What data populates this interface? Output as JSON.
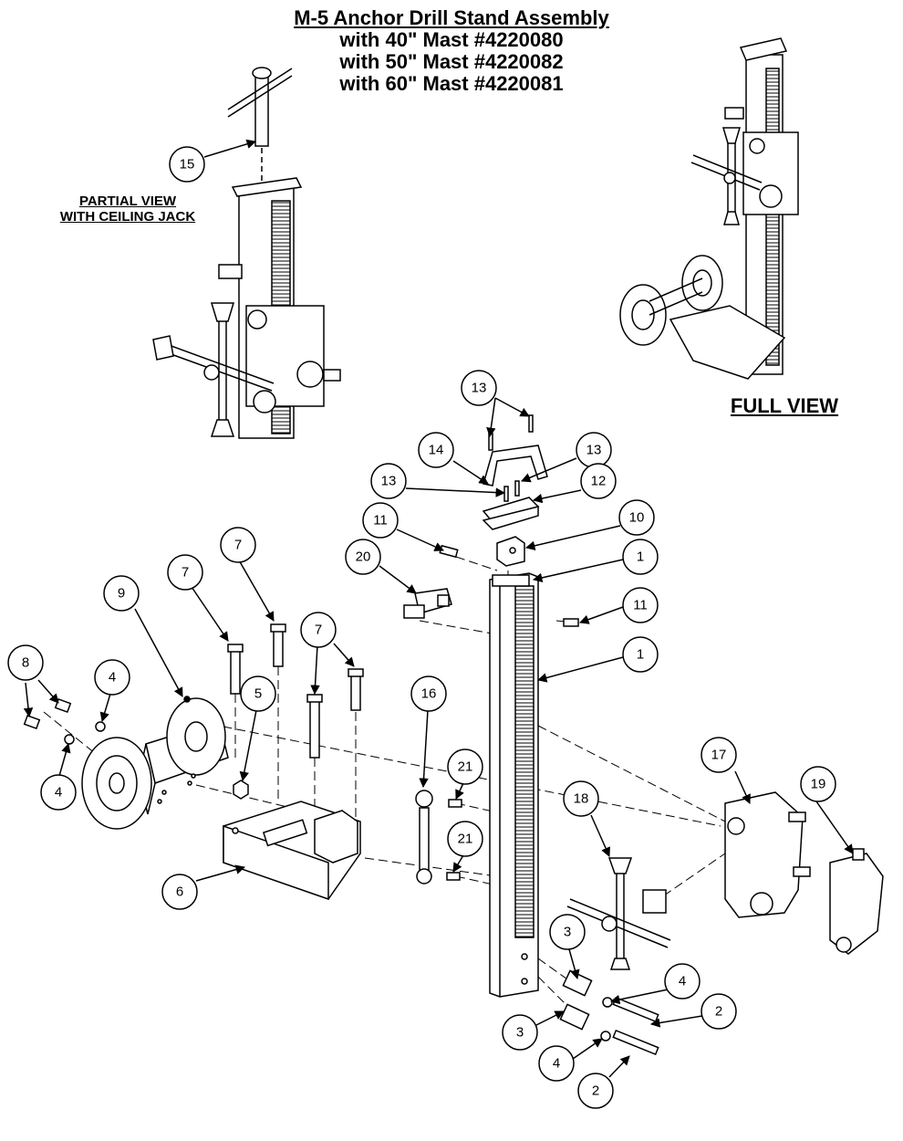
{
  "title": {
    "main": "M-5 Anchor Drill Stand Assembly",
    "line2": "with 40\" Mast #4220080",
    "line3": "with 50\" Mast #4220082",
    "line4": "with 60\" Mast #4220081"
  },
  "captions": {
    "partial_line1": "PARTIAL VIEW",
    "partial_line2": "WITH CEILING JACK",
    "full": "FULL VIEW"
  },
  "callouts": [
    {
      "id": "c15",
      "label": "15"
    },
    {
      "id": "c13a",
      "label": "13"
    },
    {
      "id": "c14",
      "label": "14"
    },
    {
      "id": "c13b",
      "label": "13"
    },
    {
      "id": "c13c",
      "label": "13"
    },
    {
      "id": "c12",
      "label": "12"
    },
    {
      "id": "c11a",
      "label": "11"
    },
    {
      "id": "c10",
      "label": "10"
    },
    {
      "id": "c20",
      "label": "20"
    },
    {
      "id": "c1a",
      "label": "1"
    },
    {
      "id": "c11b",
      "label": "11"
    },
    {
      "id": "c1b",
      "label": "1"
    },
    {
      "id": "c7a",
      "label": "7"
    },
    {
      "id": "c7b",
      "label": "7"
    },
    {
      "id": "c7c",
      "label": "7"
    },
    {
      "id": "c9",
      "label": "9"
    },
    {
      "id": "c8",
      "label": "8"
    },
    {
      "id": "c4a",
      "label": "4"
    },
    {
      "id": "c5",
      "label": "5"
    },
    {
      "id": "c4b",
      "label": "4"
    },
    {
      "id": "c16",
      "label": "16"
    },
    {
      "id": "c21a",
      "label": "21"
    },
    {
      "id": "c21b",
      "label": "21"
    },
    {
      "id": "c6",
      "label": "6"
    },
    {
      "id": "c17",
      "label": "17"
    },
    {
      "id": "c19",
      "label": "19"
    },
    {
      "id": "c18",
      "label": "18"
    },
    {
      "id": "c3a",
      "label": "3"
    },
    {
      "id": "c4c",
      "label": "4"
    },
    {
      "id": "c2a",
      "label": "2"
    },
    {
      "id": "c3b",
      "label": "3"
    },
    {
      "id": "c4d",
      "label": "4"
    },
    {
      "id": "c2b",
      "label": "2"
    }
  ]
}
